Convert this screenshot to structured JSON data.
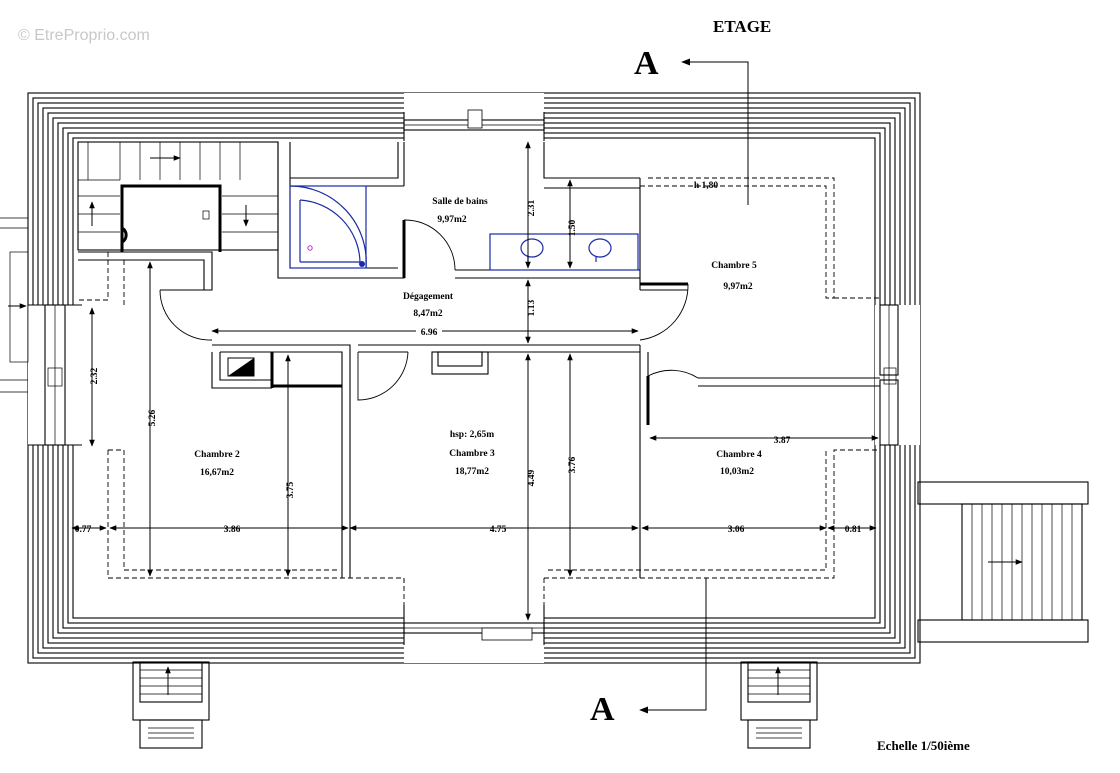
{
  "watermark": "© EtreProprio.com",
  "title": "ETAGE",
  "section_marker": "A",
  "scale_note": "Echelle 1/50ième",
  "rooms": {
    "salle_de_bains": {
      "name": "Salle de bains",
      "area": "9,97m2"
    },
    "degagement": {
      "name": "Dégagement",
      "area": "8,47m2"
    },
    "chambre_2": {
      "name": "Chambre 2",
      "area": "16,67m2"
    },
    "chambre_3": {
      "name": "Chambre 3",
      "area": "18,77m2",
      "note": "hsp: 2,65m"
    },
    "chambre_4": {
      "name": "Chambre 4",
      "area": "10,03m2"
    },
    "chambre_5": {
      "name": "Chambre 5",
      "area": "9,97m2",
      "note": "h 1,80"
    }
  },
  "dimensions": {
    "d_696": "6.96",
    "d_231": "2.31",
    "d_150": "1.50",
    "d_113": "1.13",
    "d_232": "2.32",
    "d_526": "5.26",
    "d_375": "3.75",
    "d_449": "4.49",
    "d_376": "3.76",
    "d_387": "3.87",
    "d_077": "0.77",
    "d_386": "3.86",
    "d_475": "4.75",
    "d_306": "3.06",
    "d_081": "0.81"
  }
}
